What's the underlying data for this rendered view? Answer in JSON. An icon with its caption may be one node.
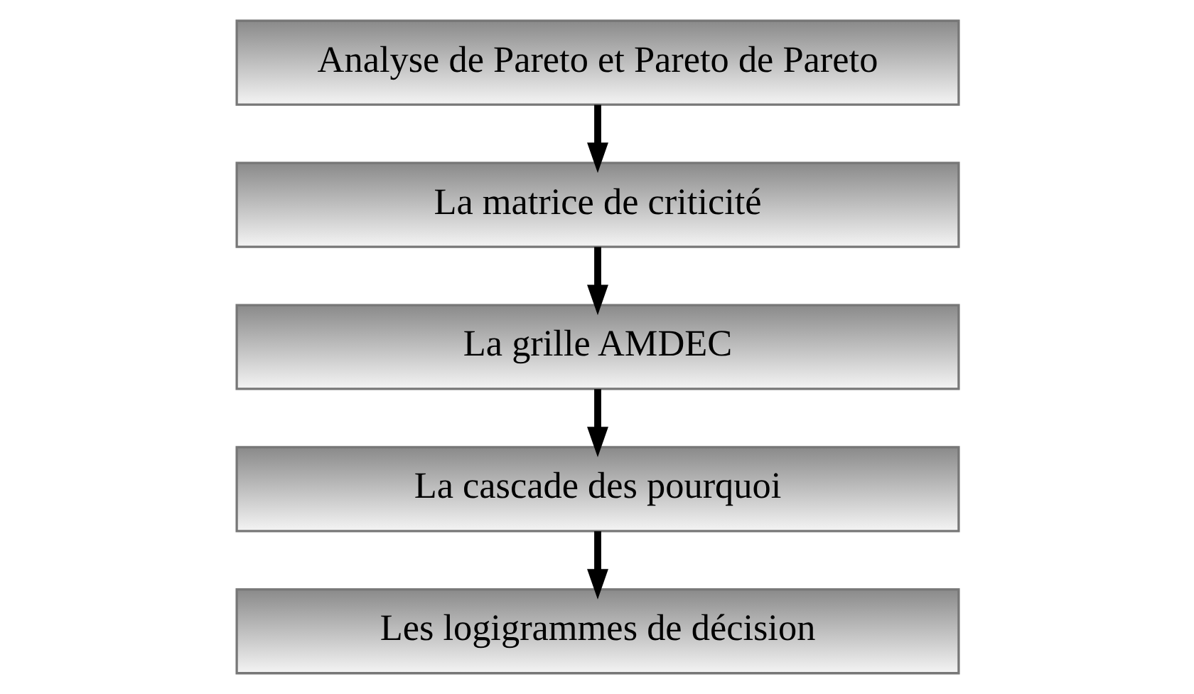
{
  "diagram": {
    "nodes": [
      {
        "text": [
          "Analyse de Pareto et Pareto de Pareto"
        ]
      },
      {
        "text": [
          "La matrice de criticité"
        ]
      },
      {
        "text": [
          "La grille AMDEC"
        ]
      },
      {
        "text": [
          "La cascade des pourquoi"
        ]
      },
      {
        "text": [
          "Les logigrammes de décision"
        ]
      }
    ],
    "edges": [
      {
        "from": 0,
        "to": 1,
        "arrow": "to"
      },
      {
        "from": 1,
        "to": 2,
        "arrow": "to"
      },
      {
        "from": 2,
        "to": 3,
        "arrow": "to"
      },
      {
        "from": 3,
        "to": 4,
        "arrow": "to"
      }
    ]
  }
}
